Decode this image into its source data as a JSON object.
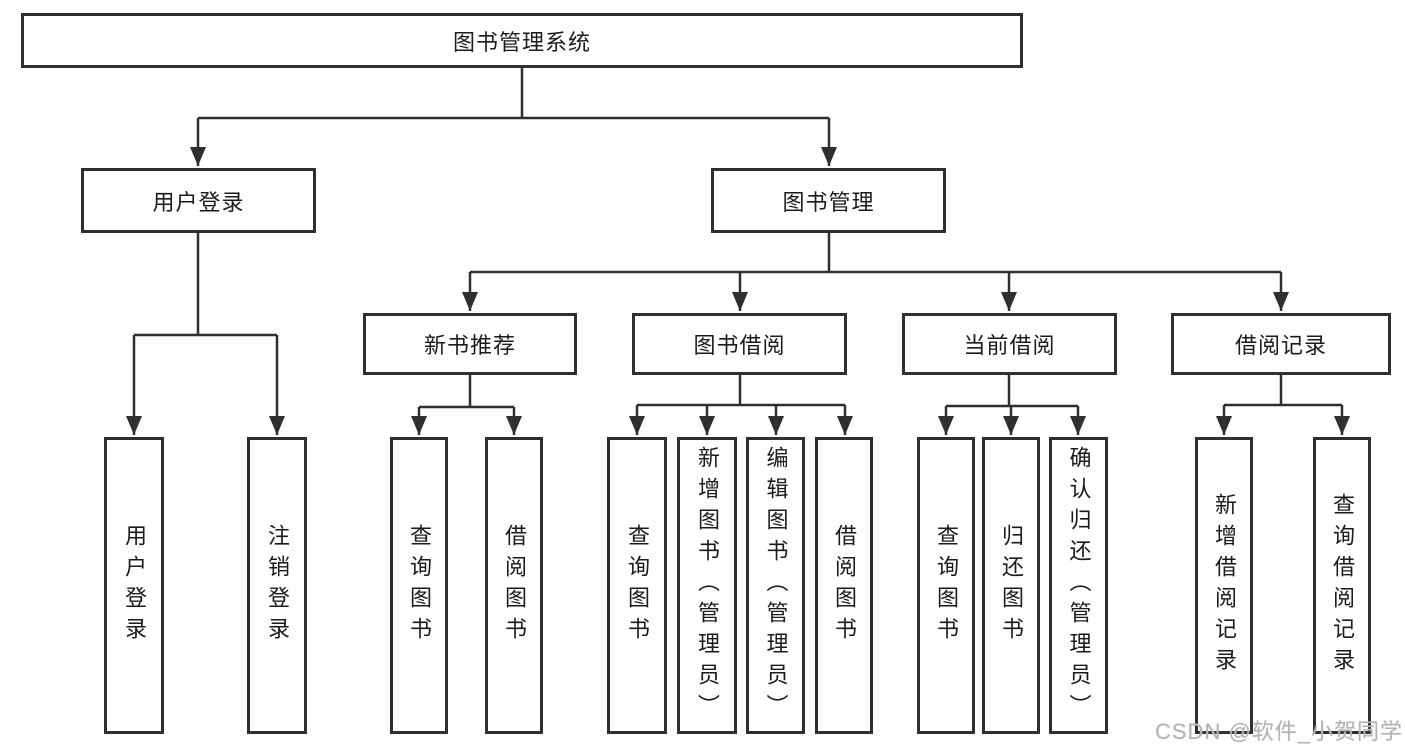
{
  "diagram": {
    "title": "图书管理系统",
    "branches": [
      {
        "label": "用户登录",
        "children": [
          "用户登录",
          "注销登录"
        ]
      },
      {
        "label": "图书管理",
        "groups": [
          {
            "label": "新书推荐",
            "children": [
              "查询图书",
              "借阅图书"
            ]
          },
          {
            "label": "图书借阅",
            "children": [
              "查询图书",
              "新增图书（管理员）",
              "编辑图书（管理员）",
              "借阅图书"
            ]
          },
          {
            "label": "当前借阅",
            "children": [
              "查询图书",
              "归还图书",
              "确认归还（管理员）"
            ]
          },
          {
            "label": "借阅记录",
            "children": [
              "新增借阅记录",
              "查询借阅记录"
            ]
          }
        ]
      }
    ]
  },
  "colors": {
    "line": "#2f2f2f",
    "text": "#1b1b1b",
    "watermark": "#b3b3b3"
  },
  "watermark": "CSDN @软件_小贺同学"
}
